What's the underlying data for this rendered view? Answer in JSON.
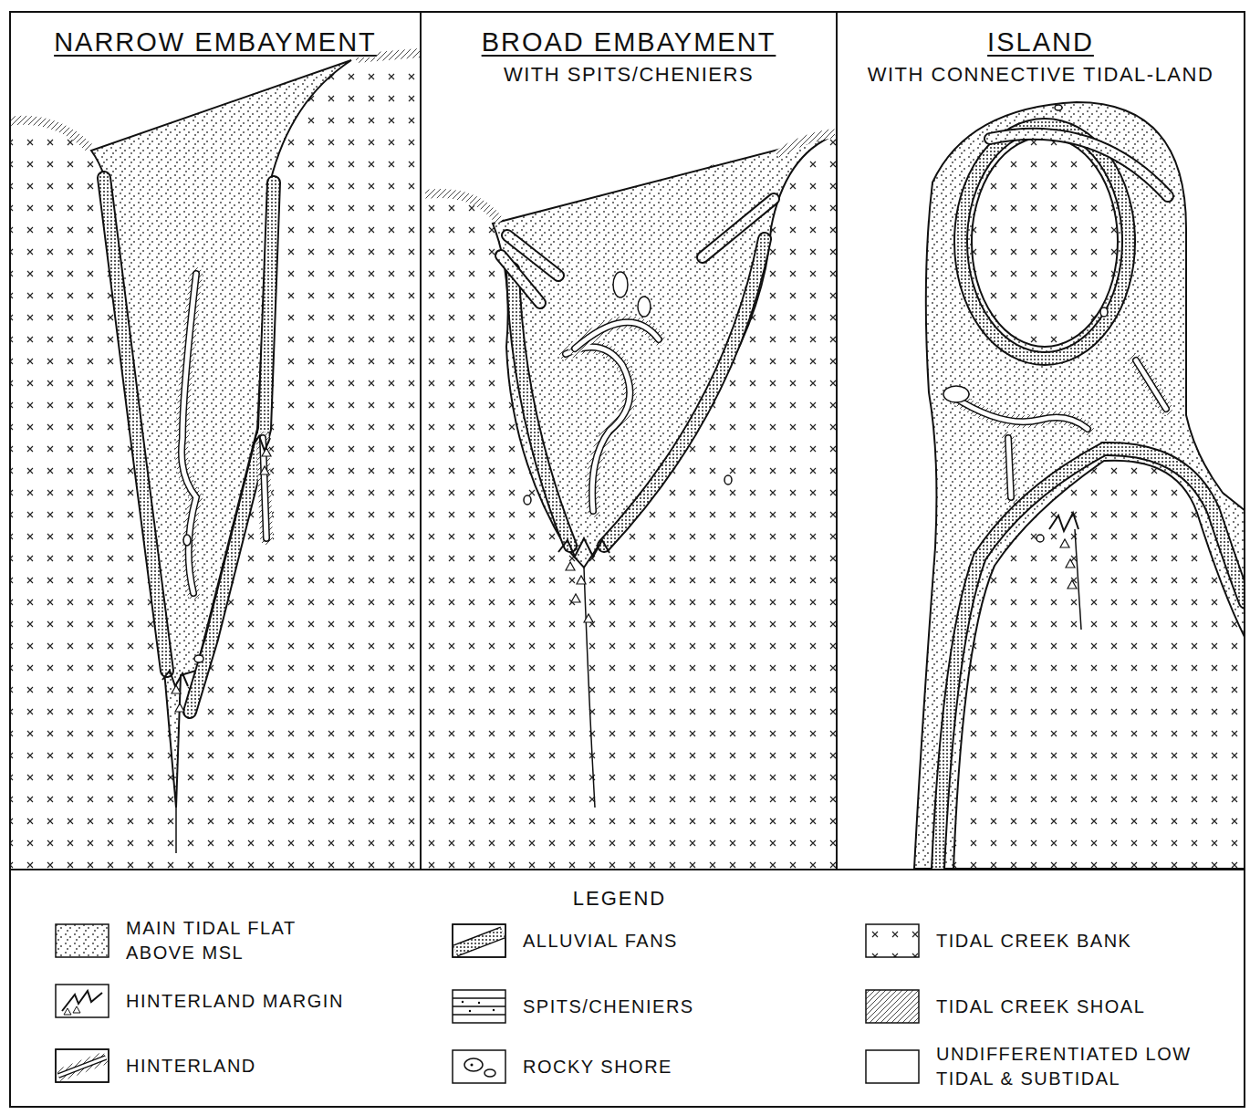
{
  "diagram": {
    "nodes": [
      {
        "text": [
          "NARROW EMBAYMENT"
        ]
      },
      {
        "text": [
          "BROAD EMBAYMENT",
          "WITH SPITS/CHENIERS"
        ]
      },
      {
        "text": [
          "ISLAND",
          "WITH CONNECTIVE TIDAL-LAND"
        ]
      }
    ],
    "labels": [
      "LEGEND"
    ],
    "legend": [
      {
        "text": "MAIN TIDAL FLAT ABOVE MSL"
      },
      {
        "text": "ALLUVIAL FANS"
      },
      {
        "text": "TIDAL CREEK BANK"
      },
      {
        "text": "HINTERLAND MARGIN"
      },
      {
        "text": "SPITS/CHENIERS"
      },
      {
        "text": "TIDAL CREEK SHOAL"
      },
      {
        "text": "HINTERLAND"
      },
      {
        "text": "ROCKY SHORE"
      },
      {
        "text": "UNDIFFERENTIATED LOW TIDAL & SUBTIDAL"
      }
    ]
  }
}
